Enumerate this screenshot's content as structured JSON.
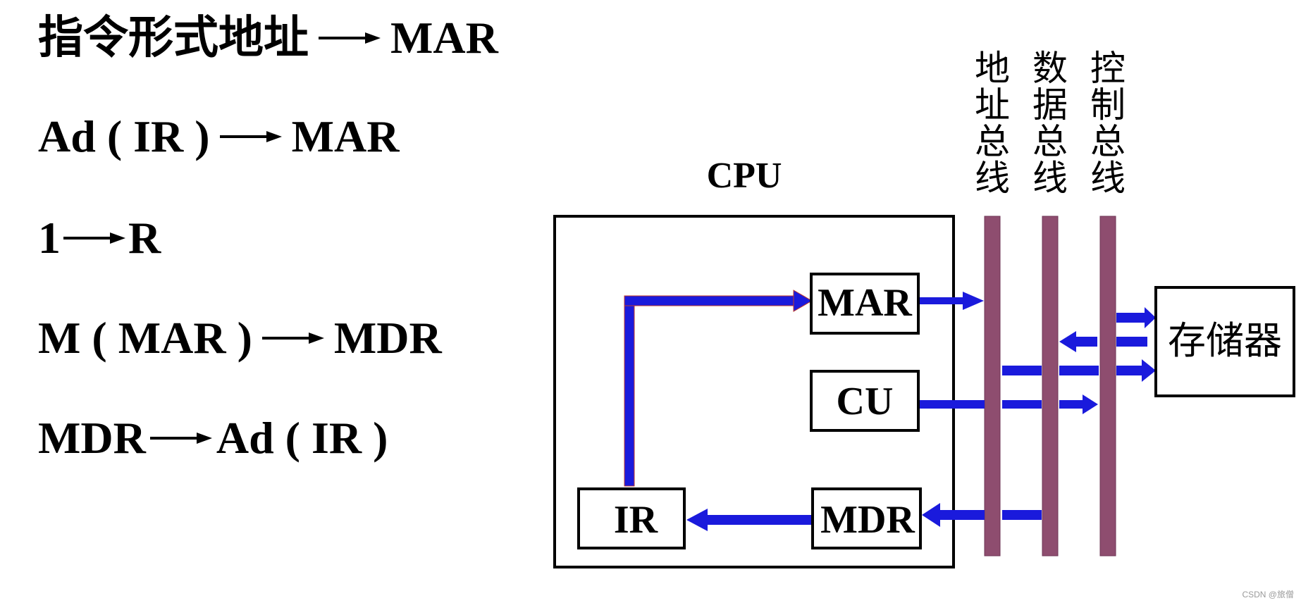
{
  "steps": [
    {
      "from": "指令形式地址",
      "to": "MAR"
    },
    {
      "from": "Ad ( IR )",
      "to": "MAR"
    },
    {
      "from": "1",
      "to": "R"
    },
    {
      "from": "M ( MAR )",
      "to": "MDR"
    },
    {
      "from": "MDR",
      "to": "Ad ( IR )"
    }
  ],
  "diagram": {
    "cpu_label": "CPU",
    "registers": {
      "mar": "MAR",
      "cu": "CU",
      "ir": "IR",
      "mdr": "MDR"
    },
    "memory_label": "存储器",
    "buses": {
      "address": [
        "地",
        "址",
        "总",
        "线"
      ],
      "data": [
        "数",
        "据",
        "总",
        "线"
      ],
      "control": [
        "控",
        "制",
        "总",
        "线"
      ]
    }
  },
  "colors": {
    "bus": "#8e4d6f",
    "signal": "#1a1adc",
    "signal_outline": "#c0392b",
    "text": "#000000"
  },
  "watermark": "CSDN @旅僧"
}
